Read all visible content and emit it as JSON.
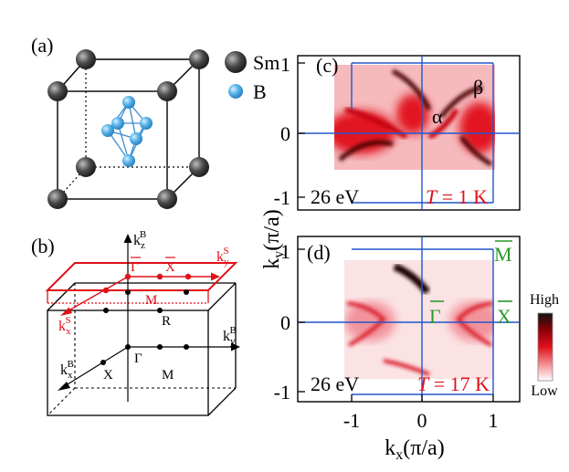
{
  "colors": {
    "red": "#e0101a",
    "dark": "#1a1a1a",
    "blue": "#2255cc",
    "green": "#2a9a2a",
    "boron": "#5ab4ea",
    "samarium": "#3a3a3a"
  },
  "panel_a": {
    "label": "(a)",
    "legend": [
      {
        "name": "Sm",
        "icon": "samarium-atom-icon"
      },
      {
        "name": "B",
        "icon": "boron-atom-icon"
      }
    ]
  },
  "panel_b": {
    "label": "(b)",
    "bulk_axes": {
      "kz": {
        "main": "k",
        "sub": "z",
        "sup": "B"
      },
      "ky": {
        "main": "k",
        "sub": "y",
        "sup": "B"
      },
      "kx": {
        "main": "k",
        "sub": "x",
        "sup": "B"
      }
    },
    "surface_axes": {
      "ky": {
        "main": "k",
        "sub": "y",
        "sup": "S"
      },
      "kx": {
        "main": "k",
        "sub": "x",
        "sup": "S"
      }
    },
    "bulk_points": {
      "gamma": "Γ",
      "x": "X",
      "m": "M",
      "r": "R"
    },
    "surface_points": {
      "gamma": "Γ",
      "x": "X",
      "m": "M"
    }
  },
  "panel_c": {
    "label": "(c)",
    "photon_energy": "26 eV",
    "temperature": {
      "symbol": "T",
      "value": " = 1 K"
    },
    "pockets": {
      "alpha": "α",
      "beta": "β"
    }
  },
  "panel_d": {
    "label": "(d)",
    "photon_energy": "26 eV",
    "temperature": {
      "symbol": "T",
      "value": " = 17 K"
    },
    "points": {
      "m": "M",
      "gamma": "Γ",
      "x": "X"
    }
  },
  "axes": {
    "ylabel": {
      "main": "k",
      "sub": "y",
      "unit": "(π/a)"
    },
    "xlabel": {
      "main": "k",
      "sub": "x",
      "unit": "(π/a)"
    },
    "c_yticks": [
      "1",
      "0",
      "-1"
    ],
    "d_yticks": [
      "1",
      "0",
      "-1"
    ],
    "xticks": [
      "-1",
      "0",
      "1"
    ]
  },
  "colorbar": {
    "high": "High",
    "low": "Low"
  }
}
